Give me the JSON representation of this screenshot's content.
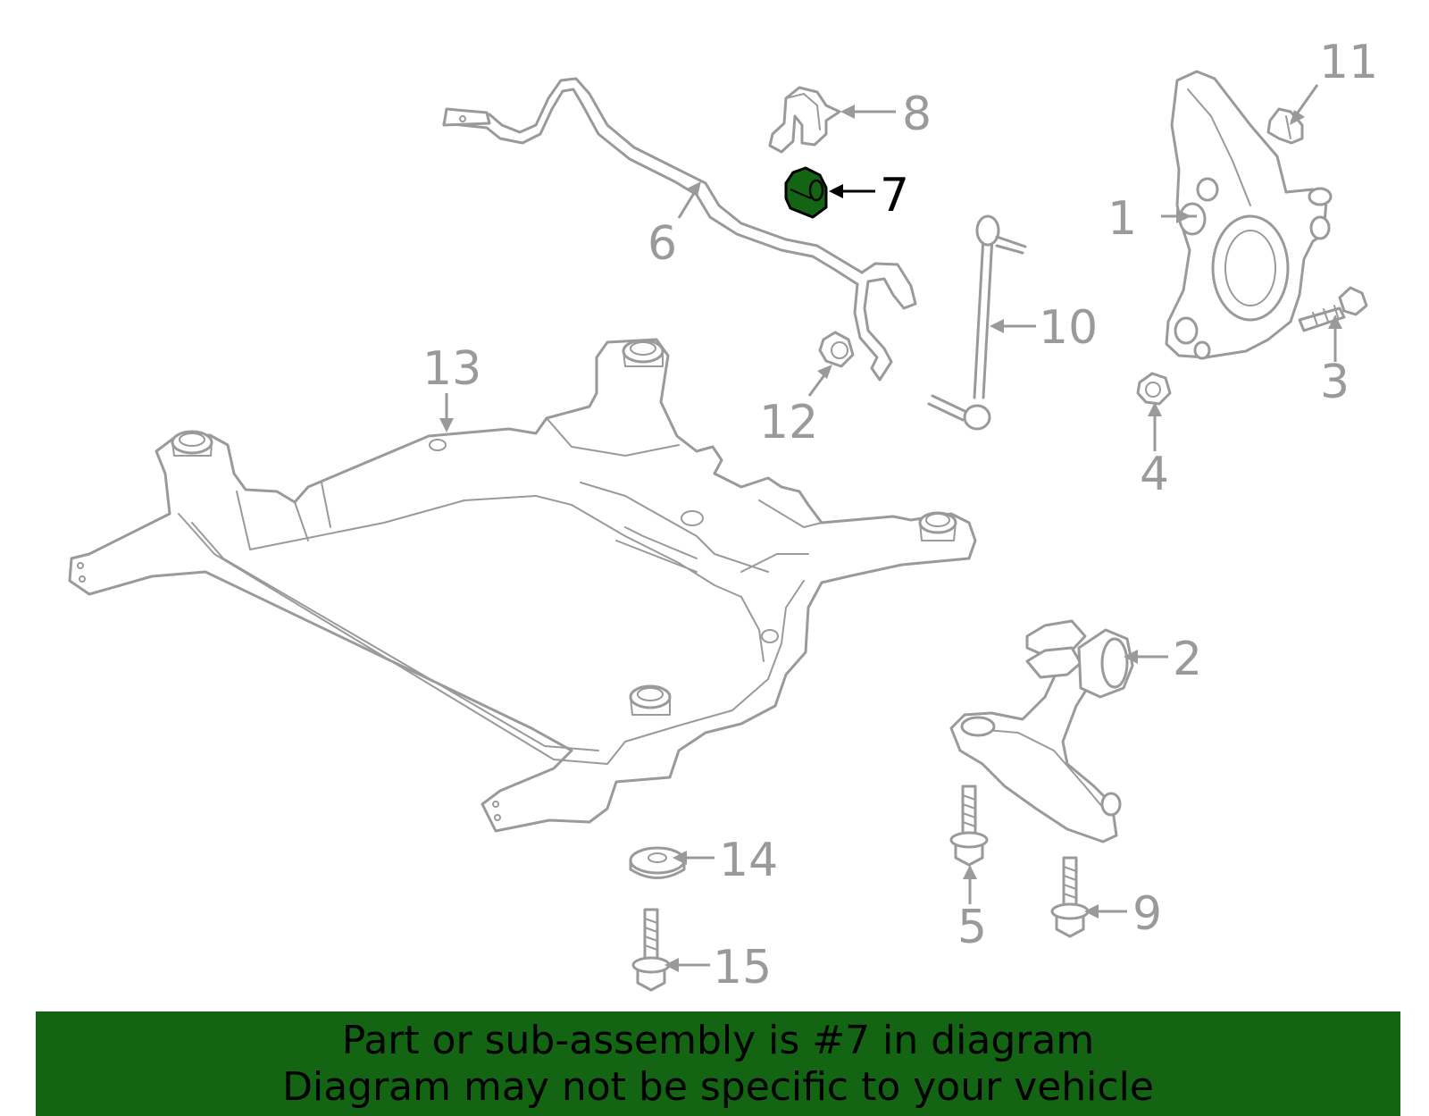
{
  "highlight_color": "#136513",
  "line_color": "#9a9a9a",
  "callouts": {
    "c1": "1",
    "c2": "2",
    "c3": "3",
    "c4": "4",
    "c5": "5",
    "c6": "6",
    "c7": "7",
    "c8": "8",
    "c9": "9",
    "c10": "10",
    "c11": "11",
    "c12": "12",
    "c13": "13",
    "c14": "14",
    "c15": "15"
  },
  "highlighted_part": "7",
  "banner": {
    "line1": "Part or sub-assembly is #7 in diagram",
    "line2": "Diagram may not be specific to your vehicle"
  }
}
